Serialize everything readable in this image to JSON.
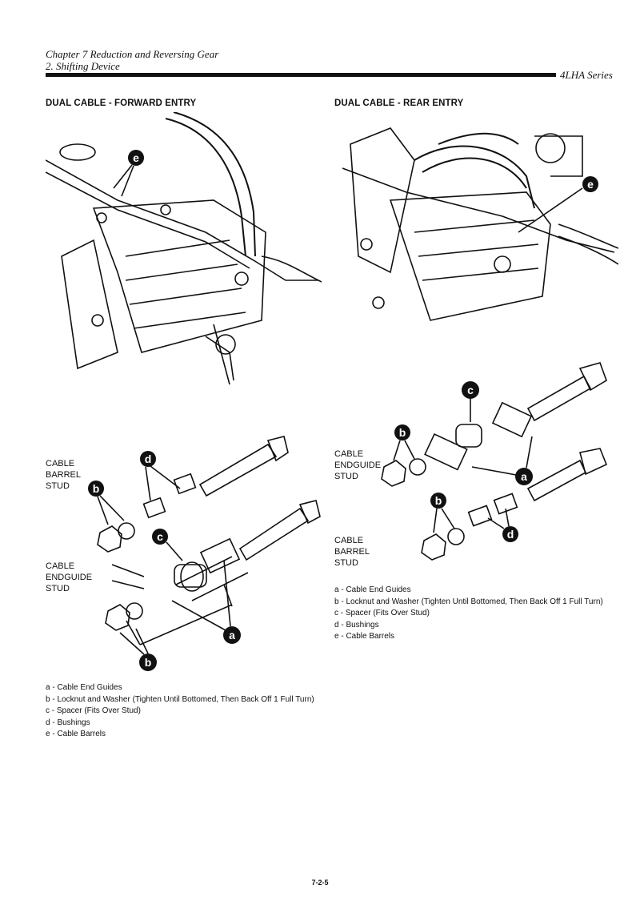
{
  "header": {
    "chapter": "Chapter 7 Reduction and Reversing Gear",
    "section": "2. Shifting Device",
    "series": "4LHA Series"
  },
  "left_figure": {
    "title": "DUAL CABLE - FORWARD ENTRY",
    "labels": {
      "barrel_stud": [
        "CABLE",
        "BARREL",
        "STUD"
      ],
      "endguide_stud": [
        "CABLE",
        "ENDGUIDE",
        "STUD"
      ]
    },
    "callouts": {
      "a": "a",
      "b": "b",
      "c": "c",
      "d": "d",
      "e": "e"
    },
    "legend": [
      "a - Cable End Guides",
      "b - Locknut and Washer (Tighten Until Bottomed, Then Back Off 1 Full Turn)",
      "c - Spacer (Fits Over Stud)",
      "d - Bushings",
      "e - Cable Barrels"
    ]
  },
  "right_figure": {
    "title": "DUAL CABLE - REAR ENTRY",
    "labels": {
      "endguide_stud": [
        "CABLE",
        "ENDGUIDE",
        "STUD"
      ],
      "barrel_stud": [
        "CABLE",
        "BARREL",
        "STUD"
      ]
    },
    "callouts": {
      "a": "a",
      "b": "b",
      "c": "c",
      "d": "d",
      "e": "e"
    },
    "legend": [
      "a - Cable End Guides",
      "b - Locknut and Washer (Tighten Until Bottomed, Then Back Off 1 Full Turn)",
      "c - Spacer (Fits Over Stud)",
      "d - Bushings",
      "e - Cable Barrels"
    ]
  },
  "footer": {
    "page_number": "7-2-5"
  }
}
